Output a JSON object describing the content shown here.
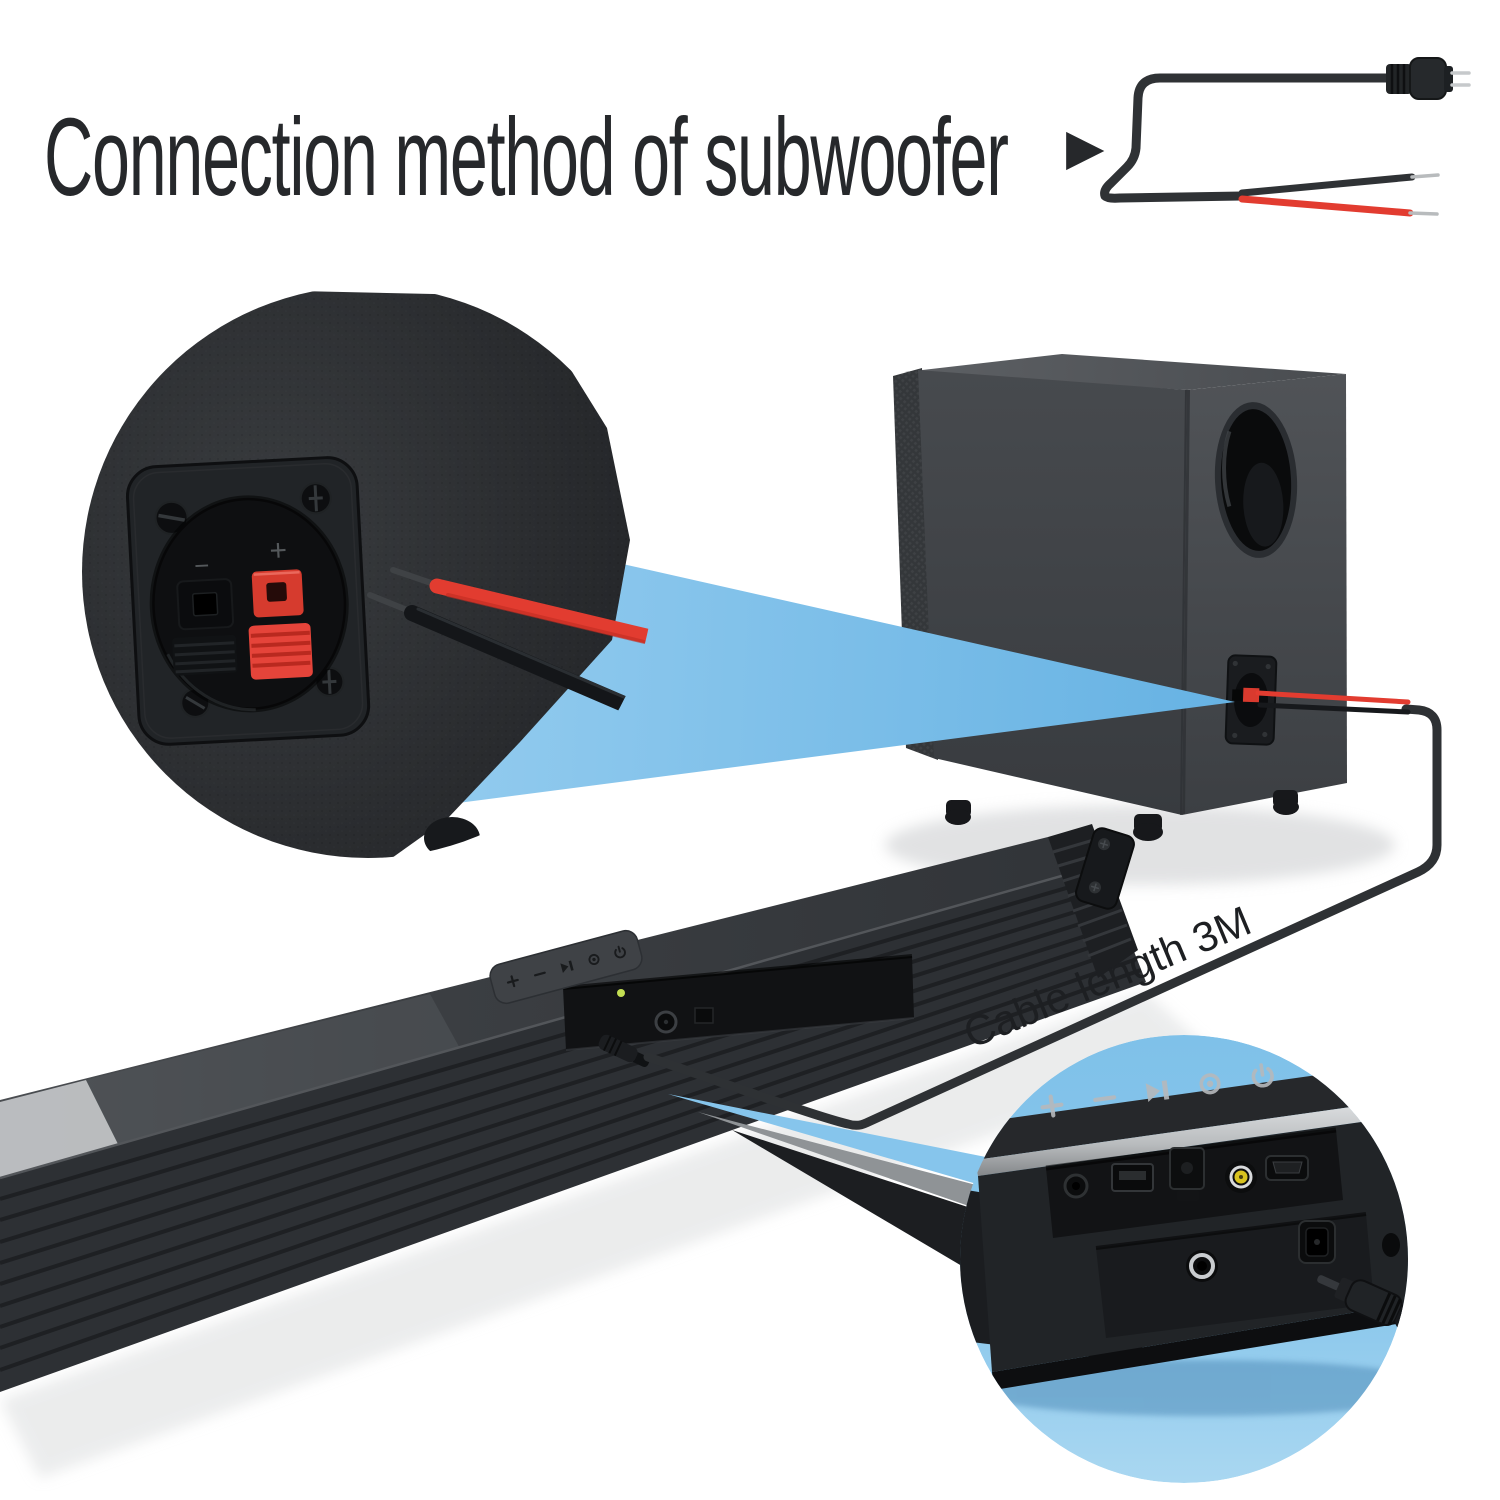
{
  "header": {
    "title": "Connection method of subwoofer",
    "arrow_icon": "▶"
  },
  "annotations": {
    "cable_length_label": "Cable length 3M"
  },
  "subwoofer_back_panel": {
    "plus_label": "+",
    "minus_label": "−"
  },
  "soundbar": {
    "control_icons": [
      "volume-up",
      "volume-down",
      "play-pause",
      "mode",
      "power"
    ],
    "ports": [
      "aux-jack",
      "usb-port",
      "optical-port",
      "coaxial-port",
      "hdmi-port",
      "subwoofer-jack",
      "dc-in-jack"
    ]
  },
  "colors": {
    "background": "#ffffff",
    "accent_blue": "#7ec0ea",
    "wire_red": "#e23c30",
    "wire_black": "#17191c",
    "device_dark": "#232528"
  }
}
